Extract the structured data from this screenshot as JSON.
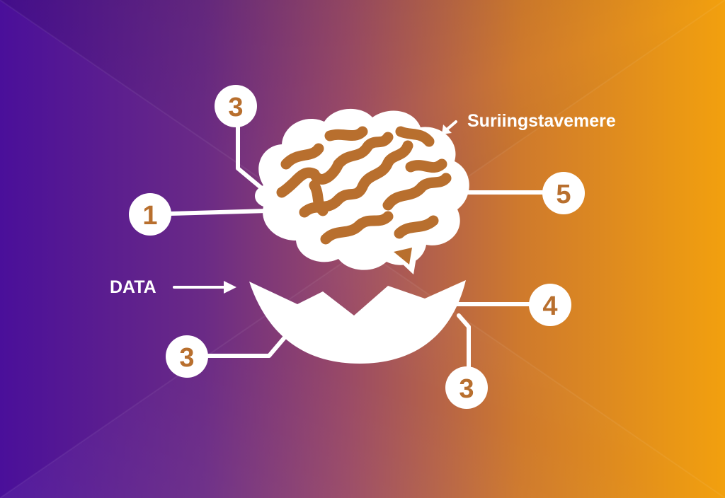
{
  "diagram": {
    "colors": {
      "accent": "#b86f2e",
      "line": "#ffffff",
      "gradient_start": "#4a0f9a",
      "gradient_end": "#f2a00e"
    },
    "badges": [
      {
        "id": "top-left",
        "number": "3"
      },
      {
        "id": "left",
        "number": "1"
      },
      {
        "id": "right-top",
        "number": "5"
      },
      {
        "id": "right-bottom",
        "number": "4"
      },
      {
        "id": "bottom-left",
        "number": "3"
      },
      {
        "id": "bottom-center",
        "number": "3"
      }
    ],
    "callouts": {
      "top_right": {
        "text": "Suriingstavemere",
        "icon": "arrow-down-left-icon"
      },
      "left": {
        "text": "DATA",
        "icon": "arrow-right-icon"
      }
    },
    "shapes": {
      "upper": "brain-icon",
      "lower": "open-jaw-icon"
    }
  }
}
